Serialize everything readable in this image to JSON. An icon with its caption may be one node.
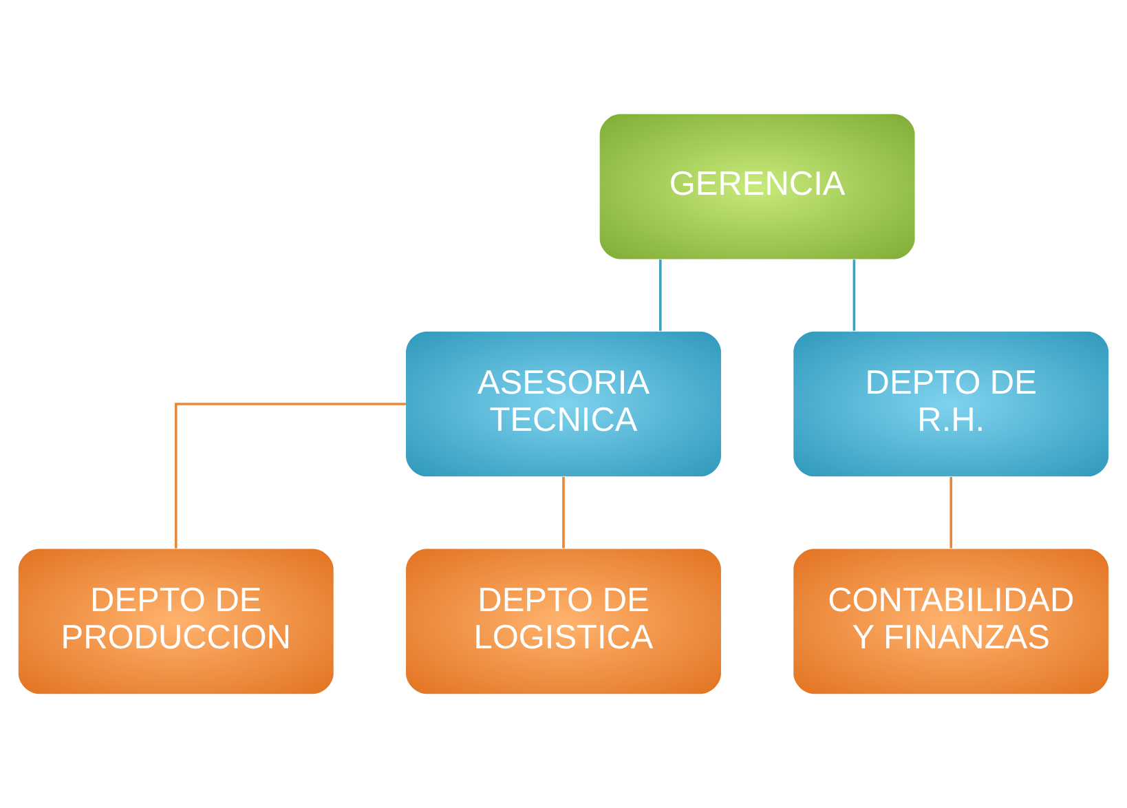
{
  "diagram": {
    "nodes": [
      {
        "text": [
          "GERENCIA"
        ]
      },
      {
        "text": [
          "ASESORIA TECNICA"
        ]
      },
      {
        "text": [
          "DEPTO DE R.H."
        ]
      },
      {
        "text": [
          "DEPTO DE PRODUCCION"
        ]
      },
      {
        "text": [
          "DEPTO DE LOGISTICA"
        ]
      },
      {
        "text": [
          "CONTABILIDAD Y FINANZAS"
        ]
      }
    ],
    "edges": [
      {
        "from": 0,
        "to": 1,
        "arrow": "none",
        "color": "#3fa3c0"
      },
      {
        "from": 0,
        "to": 2,
        "arrow": "none",
        "color": "#3fa3c0"
      },
      {
        "from": 1,
        "to": 3,
        "arrow": "none",
        "color": "#e8883a"
      },
      {
        "from": 1,
        "to": 4,
        "arrow": "none",
        "color": "#e8883a"
      },
      {
        "from": 2,
        "to": 5,
        "arrow": "none",
        "color": "#e8883a"
      }
    ]
  }
}
